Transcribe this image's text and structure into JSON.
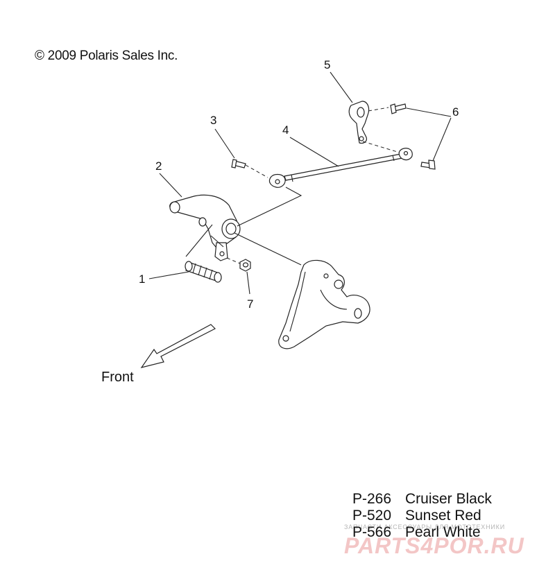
{
  "copyright": "© 2009 Polaris Sales Inc.",
  "front_label": "Front",
  "callouts": [
    "1",
    "2",
    "3",
    "4",
    "5",
    "6",
    "7"
  ],
  "colors": [
    {
      "code": "P-266",
      "name": "Cruiser Black"
    },
    {
      "code": "P-520",
      "name": "Sunset Red"
    },
    {
      "code": "P-566",
      "name": "Pearl White"
    }
  ],
  "watermark": {
    "top_text": "ЗАПЧАСТИ АКСЕССУАРЫ ДЛЯ МОТОТЕХНИКИ",
    "logo": "PARTS4POR.RU"
  }
}
